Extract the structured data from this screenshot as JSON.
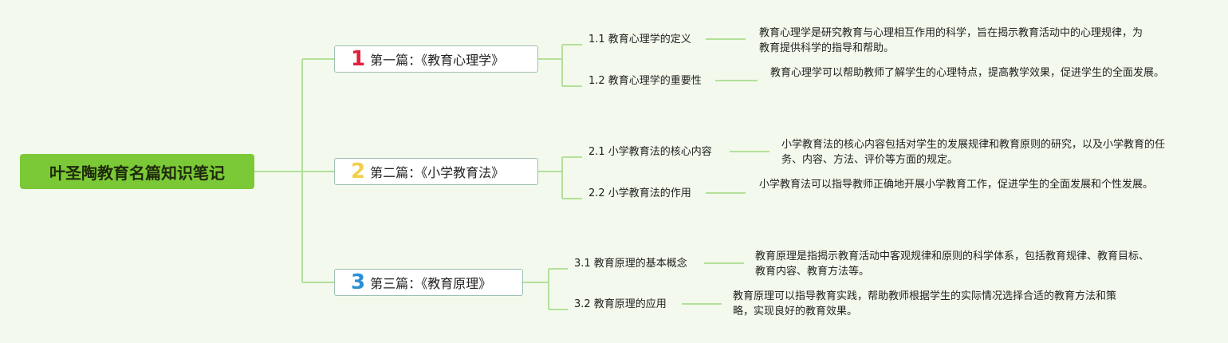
{
  "root": {
    "title": "叶圣陶教育名篇知识笔记"
  },
  "chapters": [
    {
      "num": "1",
      "num_color": "#e0203c",
      "title": "第一篇：《教育心理学》",
      "subs": [
        {
          "title": "1.1 教育心理学的定义",
          "desc": "教育心理学是研究教育与心理相互作用的科学，旨在揭示教育活动中的心理规律，为教育提供科学的指导和帮助。"
        },
        {
          "title": "1.2 教育心理学的重要性",
          "desc": "教育心理学可以帮助教师了解学生的心理特点，提高教学效果，促进学生的全面发展。"
        }
      ]
    },
    {
      "num": "2",
      "num_color": "#f2cf4a",
      "title": "第二篇：《小学教育法》",
      "subs": [
        {
          "title": "2.1 小学教育法的核心内容",
          "desc": "小学教育法的核心内容包括对学生的发展规律和教育原则的研究，以及小学教育的任务、内容、方法、评价等方面的规定。"
        },
        {
          "title": "2.2 小学教育法的作用",
          "desc": "小学教育法可以指导教师正确地开展小学教育工作，促进学生的全面发展和个性发展。"
        }
      ]
    },
    {
      "num": "3",
      "num_color": "#2a8fd8",
      "title": "第三篇：《教育原理》",
      "subs": [
        {
          "title": "3.1 教育原理的基本概念",
          "desc": "教育原理是指揭示教育活动中客观规律和原则的科学体系，包括教育规律、教育目标、教育内容、教育方法等。"
        },
        {
          "title": "3.2 教育原理的应用",
          "desc": "教育原理可以指导教育实践，帮助教师根据学生的实际情况选择合适的教育方法和策略，实现良好的教育效果。"
        }
      ]
    }
  ],
  "colors": {
    "background": "#f3f9ec",
    "root": "#7bc936",
    "connector": "#b4e09a"
  }
}
